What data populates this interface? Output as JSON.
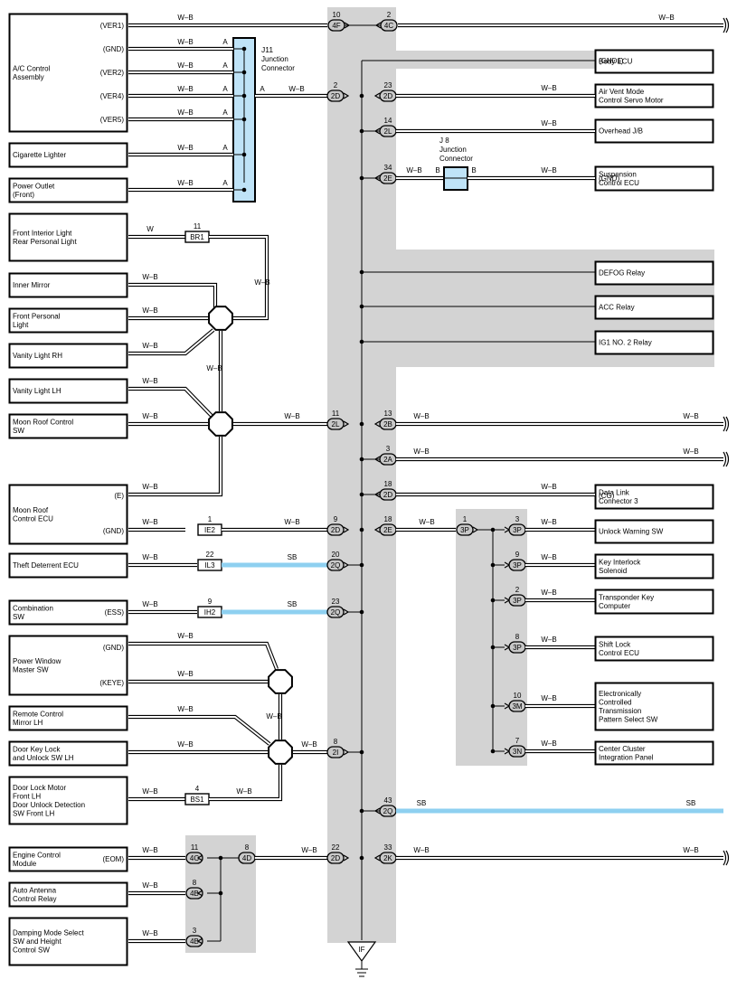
{
  "components": {
    "ac_control": [
      "A/C Control",
      "Assembly"
    ],
    "cig_lighter": [
      "Cigarette Lighter"
    ],
    "power_outlet": [
      "Power Outlet",
      "(Front)"
    ],
    "front_interior_light": [
      "Front Interior Light",
      "Rear Personal Light"
    ],
    "inner_mirror": [
      "Inner Mirror"
    ],
    "front_personal_light": [
      "Front Personal",
      "Light"
    ],
    "vanity_rh": [
      "Vanity Light RH"
    ],
    "vanity_lh": [
      "Vanity Light LH"
    ],
    "moon_roof_sw": [
      "Moon Roof Control",
      "SW"
    ],
    "moon_roof_ecu": [
      "Moon Roof",
      "Control ECU"
    ],
    "theft_deterrent": [
      "Theft Deterrent ECU"
    ],
    "combination_sw": [
      "Combination",
      "SW"
    ],
    "pw_master_sw": [
      "Power Window",
      "Master SW"
    ],
    "remote_mirror": [
      "Remote Control",
      "Mirror LH"
    ],
    "door_key_lock": [
      "Door Key Lock",
      "and Unlock SW LH"
    ],
    "door_lock_motor": [
      "Door Lock Motor",
      "Front LH",
      "Door Unlock Detection",
      "SW Front LH"
    ],
    "engine_control": [
      "Engine Control",
      "Module"
    ],
    "auto_antenna": [
      "Auto Antenna",
      "Control Relay"
    ],
    "damping_mode": [
      "Damping Mode Select",
      "SW and Height",
      "Control SW"
    ],
    "body_ecu": [
      "Body ECU"
    ],
    "air_vent": [
      "Air Vent Mode",
      "Control Servo Motor"
    ],
    "overhead_jb": [
      "Overhead J/B"
    ],
    "suspension_ecu": [
      "Suspension",
      "Control ECU"
    ],
    "defog_relay": [
      "DEFOG Relay"
    ],
    "acc_relay": [
      "ACC Relay"
    ],
    "ig1_relay": [
      "IG1 NO. 2 Relay"
    ],
    "data_link": [
      "Data Link",
      "Connector 3"
    ],
    "unlock_warning": [
      "Unlock Warning SW"
    ],
    "key_interlock": [
      "Key Interlock",
      "Solenoid"
    ],
    "transponder": [
      "Transponder Key",
      "Computer"
    ],
    "shift_lock": [
      "Shift Lock",
      "Control ECU"
    ],
    "ect_pattern": [
      "Electronically",
      "Controlled",
      "Transmission",
      "Pattern Select SW"
    ],
    "center_cluster": [
      "Center Cluster",
      "Integration Panel"
    ]
  },
  "pins": {
    "ver1": "(VER1)",
    "gnd": "(GND)",
    "ver2": "(VER2)",
    "ver4": "(VER4)",
    "ver5": "(VER5)",
    "e": "(E)",
    "ess": "(ESS)",
    "keye": "(KEYE)",
    "eom": "(EOM)",
    "gnd1": "(GND1)",
    "cg": "(CG)"
  },
  "junctions": {
    "j11": [
      "J11",
      "Junction",
      "Connector"
    ],
    "j8": [
      "J 8",
      "Junction",
      "Connector"
    ]
  },
  "wire_colors": {
    "wb": "W–B",
    "w": "W",
    "sb": "SB"
  },
  "letters": {
    "a": "A",
    "b": "B"
  },
  "ground_label": "IF",
  "colors": {
    "sb_wire": "#8ed0f0",
    "junction_fill": "#bfe3f7",
    "shade": "#d3d3d3"
  },
  "connectors": {
    "4F": {
      "code": "4F",
      "pin": "10"
    },
    "4C_top": {
      "code": "4C",
      "pin": "2"
    },
    "2D_a": {
      "code": "2D",
      "pin": "2"
    },
    "2D_b": {
      "code": "2D",
      "pin": "23"
    },
    "2L_a": {
      "code": "2L",
      "pin": "14"
    },
    "2E_a": {
      "code": "2E",
      "pin": "34"
    },
    "2L_b": {
      "code": "2L",
      "pin": "11"
    },
    "2B": {
      "code": "2B",
      "pin": "13"
    },
    "2A": {
      "code": "2A",
      "pin": "3"
    },
    "2D_c": {
      "code": "2D",
      "pin": "18"
    },
    "2D_d": {
      "code": "2D",
      "pin": "9"
    },
    "2E_b": {
      "code": "2E",
      "pin": "18"
    },
    "2Q_a": {
      "code": "2Q",
      "pin": "20"
    },
    "2Q_b": {
      "code": "2Q",
      "pin": "23"
    },
    "2I": {
      "code": "2I",
      "pin": "8"
    },
    "2Q_c": {
      "code": "2Q",
      "pin": "43"
    },
    "2D_e": {
      "code": "2D",
      "pin": "22"
    },
    "2K": {
      "code": "2K",
      "pin": "33"
    },
    "BR1": {
      "code": "BR1",
      "pin": "11"
    },
    "IE2": {
      "code": "IE2",
      "pin": "1"
    },
    "IL3": {
      "code": "IL3",
      "pin": "22"
    },
    "IH2": {
      "code": "IH2",
      "pin": "9"
    },
    "BS1": {
      "code": "BS1",
      "pin": "4"
    },
    "3P_in": {
      "code": "3P",
      "pin": "1"
    },
    "3P_a": {
      "code": "3P",
      "pin": "3"
    },
    "3P_b": {
      "code": "3P",
      "pin": "9"
    },
    "3P_c": {
      "code": "3P",
      "pin": "2"
    },
    "3P_d": {
      "code": "3P",
      "pin": "8"
    },
    "3M": {
      "code": "3M",
      "pin": "10"
    },
    "3N": {
      "code": "3N",
      "pin": "7"
    },
    "4C_bot": {
      "code": "4C",
      "pin": "11"
    },
    "4D": {
      "code": "4D",
      "pin": "8"
    },
    "4B_a": {
      "code": "4B",
      "pin": "8"
    },
    "4B_b": {
      "code": "4B",
      "pin": "3"
    }
  }
}
